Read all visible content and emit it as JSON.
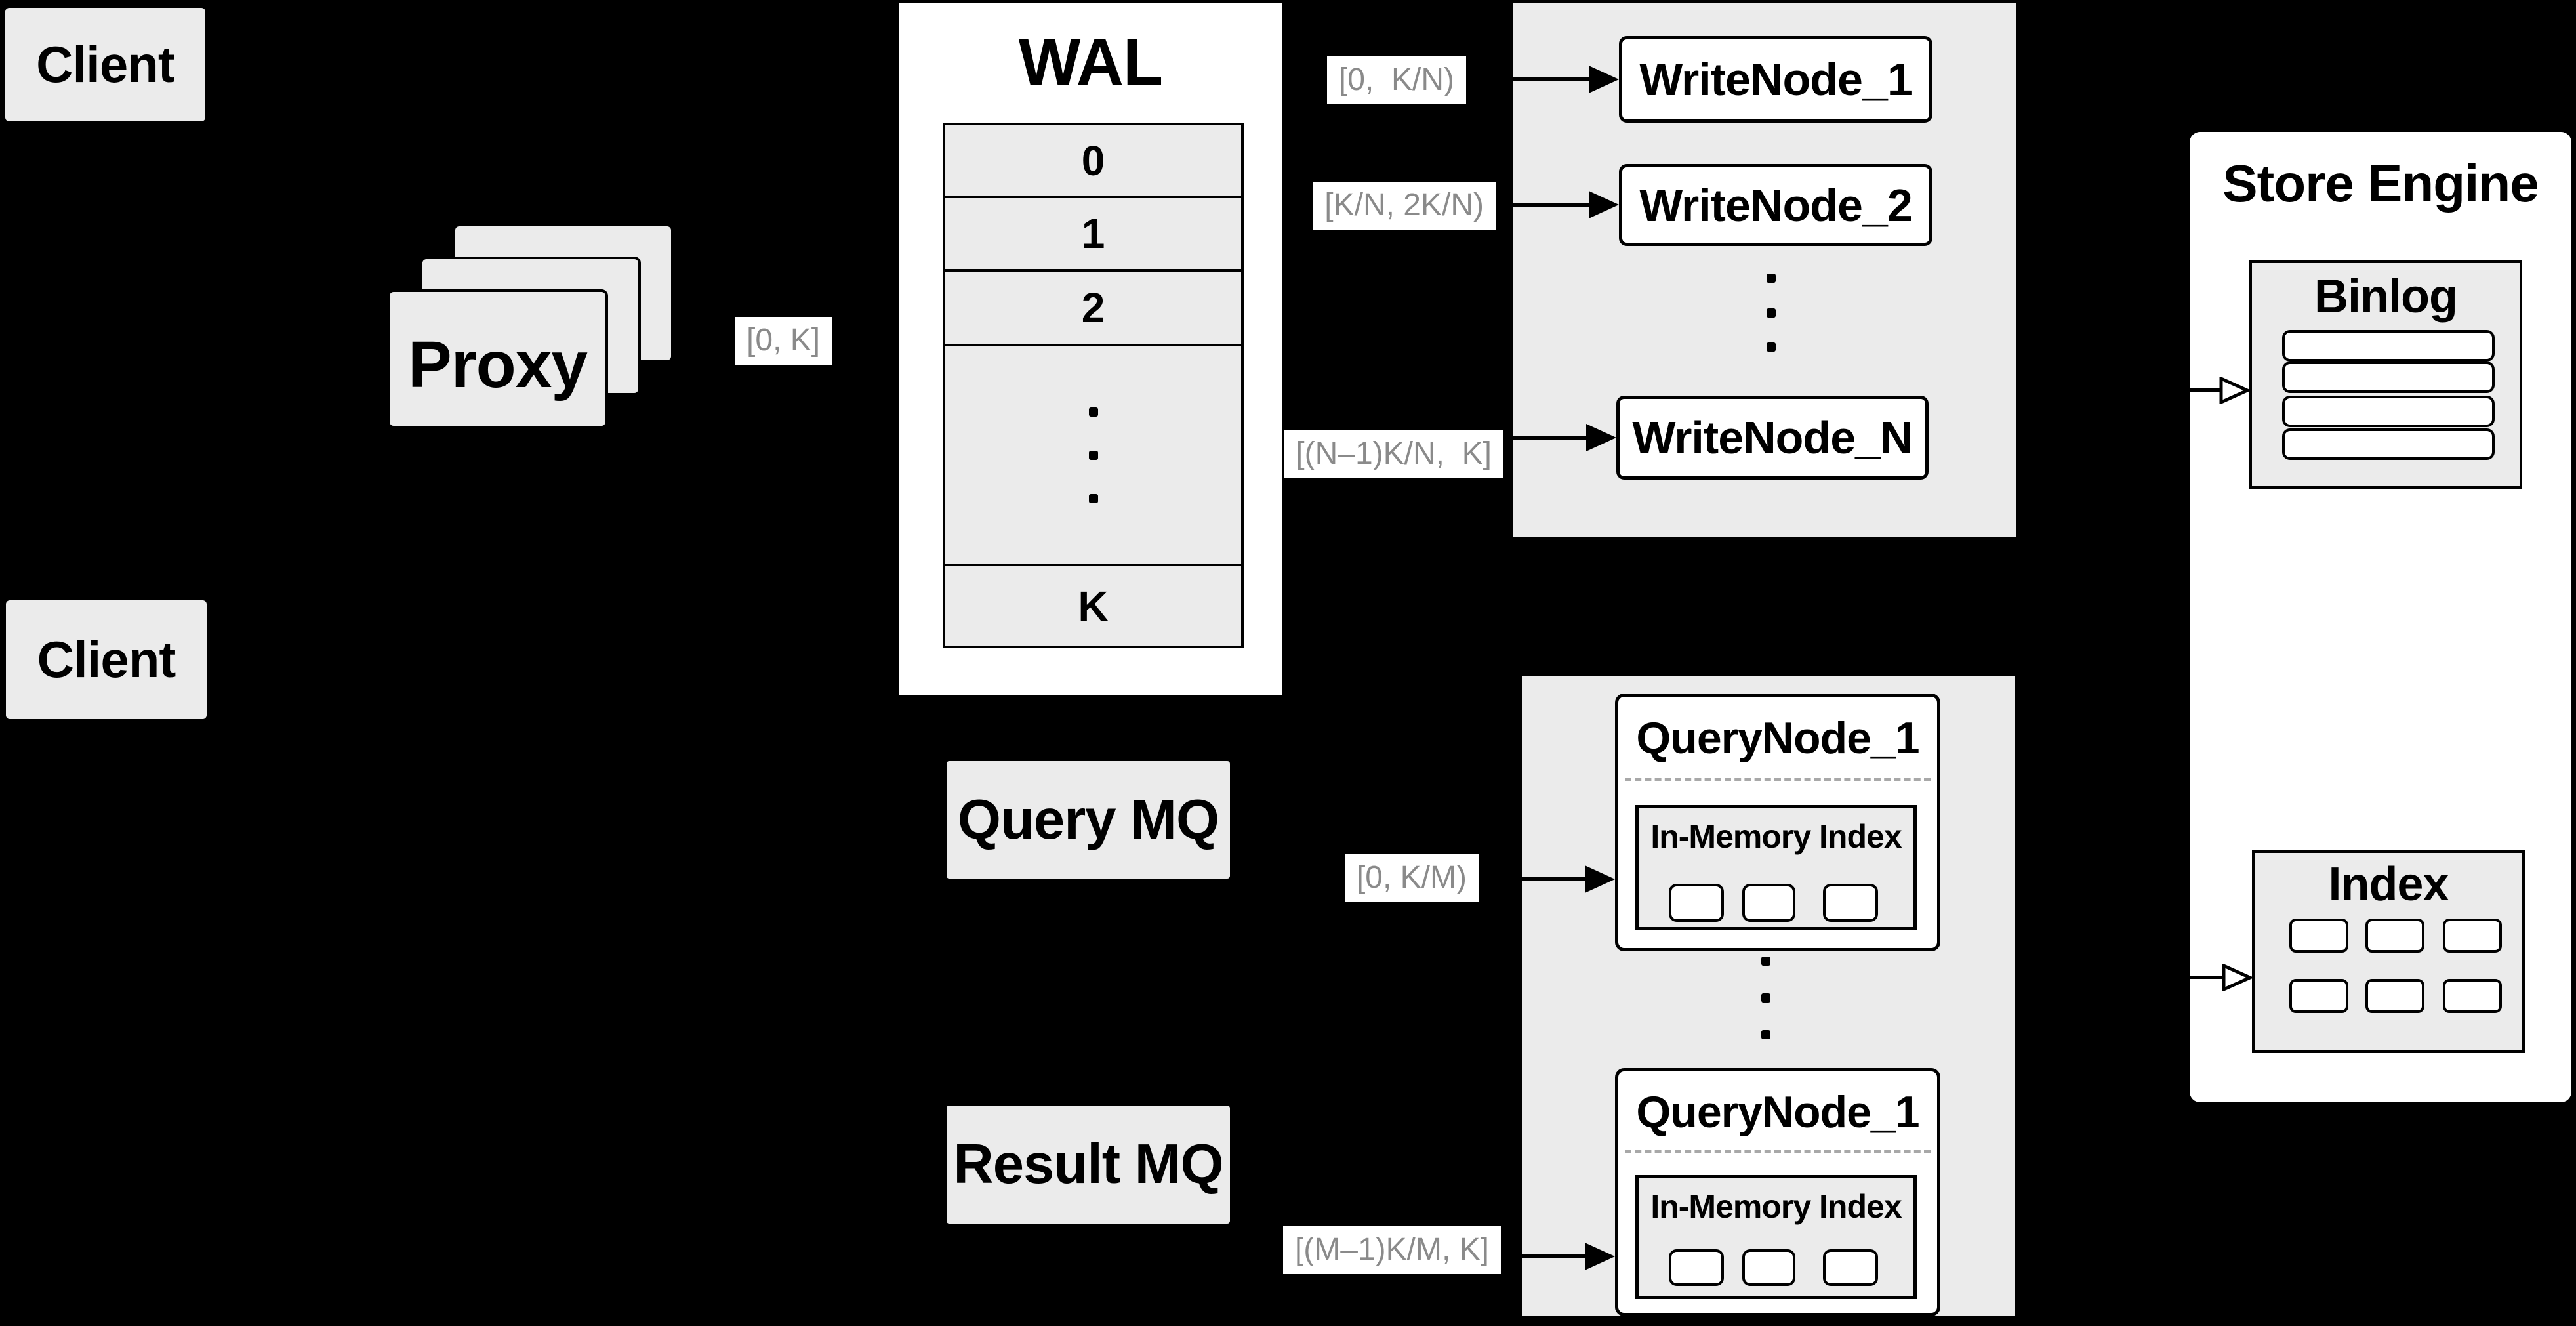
{
  "colors": {
    "background": "#000000",
    "panel_gray": "#ebebeb",
    "surface_white": "#ffffff",
    "stroke": "#000000",
    "chip_text": "#8a8a8a"
  },
  "clients": {
    "top_label": "Client",
    "bottom_label": "Client"
  },
  "proxy": {
    "label": "Proxy",
    "range_chip": "[0, K]"
  },
  "wal": {
    "title": "WAL",
    "segments": [
      "0",
      "1",
      "2",
      "K"
    ]
  },
  "write_cluster": {
    "nodes": [
      "WriteNode_1",
      "WriteNode_2",
      "WriteNode_N"
    ],
    "range_chips": [
      "[0,  K/N)",
      "[K/N, 2K/N)",
      "[(N–1)K/N,  K]"
    ]
  },
  "mq": {
    "query_label": "Query MQ",
    "result_label": "Result MQ"
  },
  "query_cluster": {
    "node_titles": [
      "QueryNode_1",
      "QueryNode_1"
    ],
    "inmem_label": "In-Memory Index",
    "range_chips": [
      "[0, K/M)",
      "[(M–1)K/M, K]"
    ]
  },
  "store_engine": {
    "title": "Store Engine",
    "binlog_label": "Binlog",
    "index_label": "Index"
  }
}
